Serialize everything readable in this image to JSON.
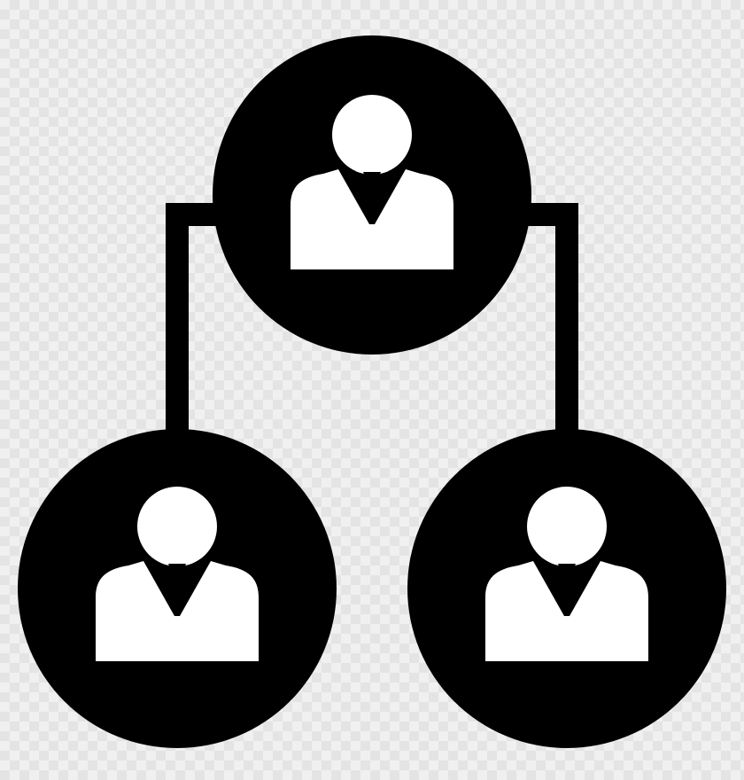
{
  "icon": "org-hierarchy-icon",
  "colors": {
    "ink": "#000000",
    "figure": "#ffffff",
    "checker_light": "#f0f0f0",
    "checker_dark": "#e4e4e4"
  },
  "nodes": [
    {
      "role": "parent",
      "icon": "person-icon"
    },
    {
      "role": "child",
      "icon": "person-icon"
    },
    {
      "role": "child",
      "icon": "person-icon"
    }
  ]
}
